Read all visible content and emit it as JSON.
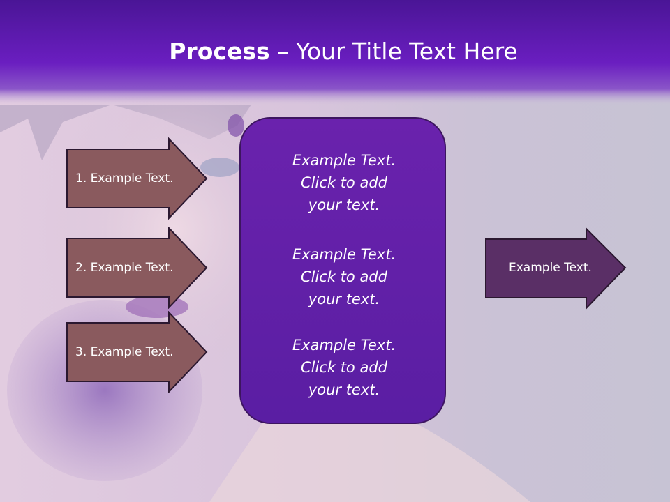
{
  "slide": {
    "title_bold": "Process",
    "title_dash": " – ",
    "title_rest": "Your Title Text Here",
    "colors": {
      "header": "#5c1aa8",
      "input_arrow_fill": "#8a5a5e",
      "output_arrow_fill": "#5a2f66",
      "center_box": "#5c1fa5",
      "arrow_border": "#2b1830"
    }
  },
  "inputs": [
    {
      "label": "1. Example Text."
    },
    {
      "label": "2. Example Text."
    },
    {
      "label": "3. Example Text."
    }
  ],
  "center": {
    "paragraphs": [
      {
        "line1": "Example Text.",
        "line2": "Click  to add",
        "line3": "your text."
      },
      {
        "line1": "Example Text.",
        "line2": "Click  to add",
        "line3": "your text."
      },
      {
        "line1": "Example Text.",
        "line2": "Click  to add",
        "line3": "your text."
      }
    ]
  },
  "output": {
    "label": "Example Text."
  }
}
